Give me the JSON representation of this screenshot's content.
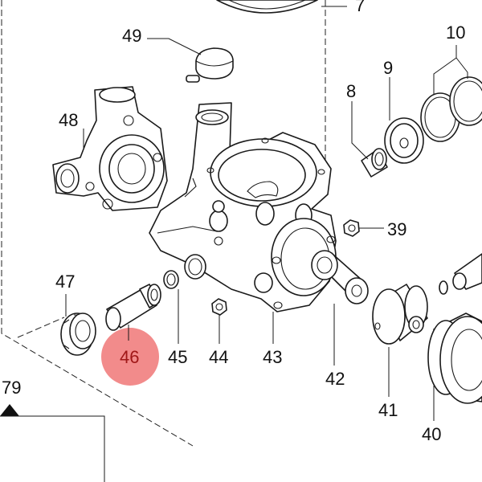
{
  "callouts": {
    "c7": "7",
    "c8": "8",
    "c9": "9",
    "c10": "10",
    "c39": "39",
    "c40": "40",
    "c41": "41",
    "c42": "42",
    "c43": "43",
    "c44": "44",
    "c45": "45",
    "c46": "46",
    "c47": "47",
    "c48": "48",
    "c49": "49",
    "c79": "79"
  },
  "highlight": {
    "part": "46",
    "color": "#f28b8b"
  }
}
